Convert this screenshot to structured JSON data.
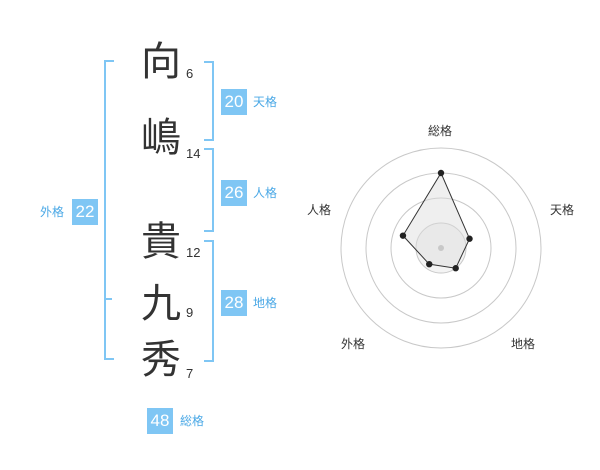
{
  "name_chars": [
    {
      "char": "向",
      "strokes": "6"
    },
    {
      "char": "嶋",
      "strokes": "14"
    },
    {
      "char": "貴",
      "strokes": "12"
    },
    {
      "char": "九",
      "strokes": "9"
    },
    {
      "char": "秀",
      "strokes": "7"
    }
  ],
  "fortunes": {
    "tenkaku": {
      "value": "20",
      "label": "天格"
    },
    "jinkaku": {
      "value": "26",
      "label": "人格"
    },
    "chikaku": {
      "value": "28",
      "label": "地格"
    },
    "gaikaku": {
      "value": "22",
      "label": "外格"
    },
    "soukaku": {
      "value": "48",
      "label": "総格"
    }
  },
  "colors": {
    "accent": "#7fc6f4",
    "accent_text": "#4aa8e6",
    "text": "#333333"
  },
  "chart_data": {
    "type": "radar",
    "axes": [
      "総格",
      "天格",
      "地格",
      "外格",
      "人格"
    ],
    "values": [
      0.75,
      0.3,
      0.25,
      0.2,
      0.4
    ],
    "range": [
      0,
      1
    ],
    "rings": 4
  }
}
